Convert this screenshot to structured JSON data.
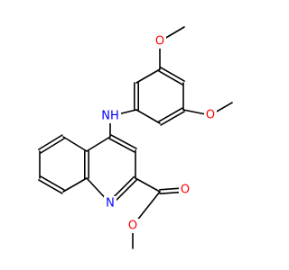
{
  "molecule": {
    "atoms": {
      "o_top_ome": {
        "label": "O",
        "color": "#ff0000"
      },
      "o_right_ome": {
        "label": "O",
        "color": "#ff0000"
      },
      "nh_amine": {
        "label": "NH",
        "color": "#0000ff"
      },
      "n_ring": {
        "label": "N",
        "color": "#0000ff"
      },
      "o_carbonyl": {
        "label": "O",
        "color": "#ff0000"
      },
      "o_ester": {
        "label": "O",
        "color": "#ff0000"
      }
    }
  }
}
